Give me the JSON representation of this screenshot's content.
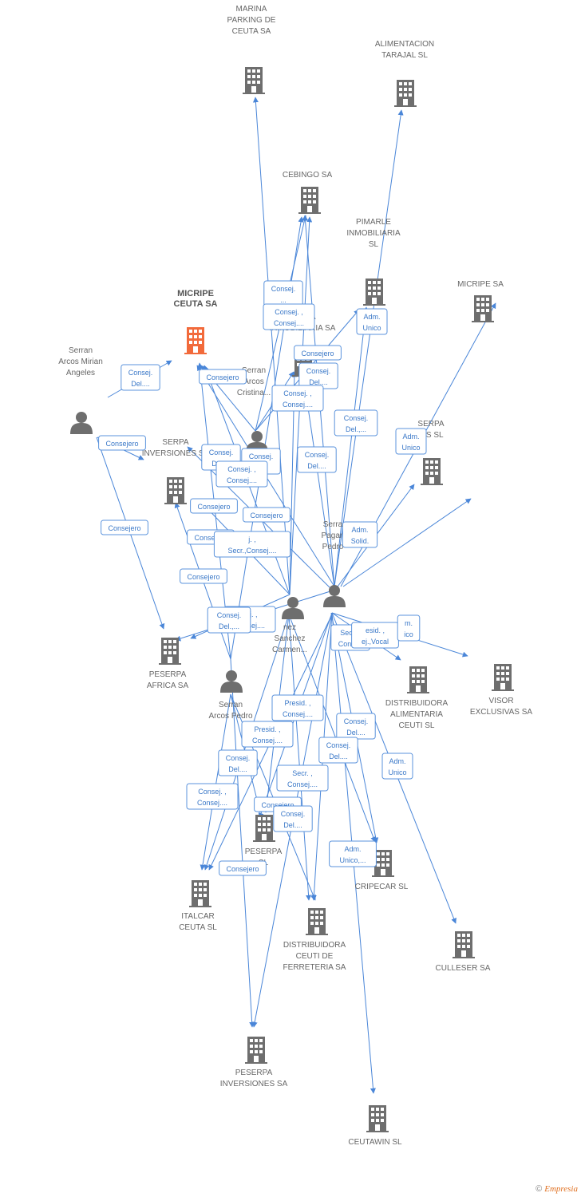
{
  "colors": {
    "edge": "#4a86d8",
    "company": "#6e6e6e",
    "highlight": "#f26a3b",
    "person": "#6e6e6e"
  },
  "companies": [
    {
      "id": "micripe_ceuta",
      "lines": [
        "MICRIPE",
        "CEUTA SA"
      ],
      "highlight": true
    },
    {
      "id": "marina",
      "lines": [
        "MARINA",
        "PARKING DE",
        "CEUTA SA"
      ]
    },
    {
      "id": "alimentacion",
      "lines": [
        "ALIMENTACION",
        "TARAJAL SL"
      ]
    },
    {
      "id": "cebingo",
      "lines": [
        "CEBINGO SA"
      ]
    },
    {
      "id": "pimarle",
      "lines": [
        "PIMARLE",
        "INMOBILIARIA",
        "SL"
      ]
    },
    {
      "id": "micripe_sa",
      "lines": [
        "MICRIPE SA"
      ]
    },
    {
      "id": "serpa_inmob",
      "lines": [
        "SERPA",
        "INMOBILIARIA SA"
      ]
    },
    {
      "id": "serpa_inv",
      "lines": [
        "SERPA",
        "INVERSIONES SA"
      ]
    },
    {
      "id": "serpa_ias",
      "lines": [
        "SERPA",
        "IAS SL"
      ]
    },
    {
      "id": "peserpa_africa",
      "lines": [
        "PESERPA",
        "AFRICA SA"
      ]
    },
    {
      "id": "distrib_alim",
      "lines": [
        "DISTRIBUIDORA",
        "ALIMENTARIA",
        "CEUTI SL"
      ]
    },
    {
      "id": "visor",
      "lines": [
        "VISOR",
        "EXCLUSIVAS SA"
      ]
    },
    {
      "id": "peserpa_sl",
      "lines": [
        "PESERPA",
        "SL"
      ]
    },
    {
      "id": "italcar",
      "lines": [
        "ITALCAR",
        "CEUTA SL"
      ]
    },
    {
      "id": "cripecar",
      "lines": [
        "CRIPECAR SL"
      ]
    },
    {
      "id": "distrib_ferr",
      "lines": [
        "DISTRIBUIDORA",
        "CEUTI DE",
        "FERRETERIA SA"
      ]
    },
    {
      "id": "culleser",
      "lines": [
        "CULLESER SA"
      ]
    },
    {
      "id": "peserpa_inv",
      "lines": [
        "PESERPA",
        "INVERSIONES SA"
      ]
    },
    {
      "id": "ceutawin",
      "lines": [
        "CEUTAWIN  SL"
      ]
    }
  ],
  "persons": [
    {
      "id": "mirian",
      "lines": [
        "Serran",
        "Arcos Mirian",
        "Angeles"
      ]
    },
    {
      "id": "cristina",
      "lines": [
        "Serran",
        "Arcos",
        "Cristina..."
      ]
    },
    {
      "id": "pagan",
      "lines": [
        "Serra",
        "Pagan",
        "Pedro"
      ]
    },
    {
      "id": "carmen",
      "lines": [
        "nez",
        "Sanchez",
        "Carmen..."
      ]
    },
    {
      "id": "pedro",
      "lines": [
        "Serran",
        "Arcos Pedro"
      ]
    }
  ],
  "edge_labels": [
    {
      "lines": [
        "Consej.",
        "Del...."
      ]
    },
    {
      "lines": [
        "Consejero"
      ]
    },
    {
      "lines": [
        "Consejero"
      ]
    },
    {
      "lines": [
        "Consejero"
      ]
    },
    {
      "lines": [
        "Consej.",
        "..."
      ]
    },
    {
      "lines": [
        "Consej. ,",
        "Consej...."
      ]
    },
    {
      "lines": [
        "Consejero"
      ]
    },
    {
      "lines": [
        "Consej.",
        "Del...."
      ]
    },
    {
      "lines": [
        "Consej. ,",
        "Consej...."
      ]
    },
    {
      "lines": [
        "Adm.",
        "Unico"
      ]
    },
    {
      "lines": [
        "Consej.",
        "Del.,..."
      ]
    },
    {
      "lines": [
        "Adm.",
        "Unico"
      ]
    },
    {
      "lines": [
        "Consej.",
        "Del...."
      ]
    },
    {
      "lines": [
        "Consej.",
        "..."
      ]
    },
    {
      "lines": [
        "Consej. ,",
        "Consej...."
      ]
    },
    {
      "lines": [
        "Consej.",
        "Del...."
      ]
    },
    {
      "lines": [
        "Consejero"
      ]
    },
    {
      "lines": [
        "Consejero"
      ]
    },
    {
      "lines": [
        "Consejero"
      ]
    },
    {
      "lines": [
        "j. ,",
        "Secr.,Consej...."
      ]
    },
    {
      "lines": [
        "Adm.",
        "Solid."
      ]
    },
    {
      "lines": [
        "Consejero"
      ]
    },
    {
      "lines": [
        "sej. ,",
        "Consej...."
      ]
    },
    {
      "lines": [
        "Consej.",
        "Del.,..."
      ]
    },
    {
      "lines": [
        "Secr. ,",
        "Consej."
      ]
    },
    {
      "lines": [
        "esid. ,",
        "ej.,Vocal"
      ]
    },
    {
      "lines": [
        "m.",
        "ico"
      ]
    },
    {
      "lines": [
        "Presid. ,",
        "Consej...."
      ]
    },
    {
      "lines": [
        "Consej.",
        "Del...."
      ]
    },
    {
      "lines": [
        "Presid. ,",
        "Consej...."
      ]
    },
    {
      "lines": [
        "Consej.",
        "Del...."
      ]
    },
    {
      "lines": [
        "Consej.",
        "Del...."
      ]
    },
    {
      "lines": [
        "Consej. ,",
        "Consej...."
      ]
    },
    {
      "lines": [
        "Secr. ,",
        "Consej...."
      ]
    },
    {
      "lines": [
        "Consejero"
      ]
    },
    {
      "lines": [
        "Consej.",
        "Del...."
      ]
    },
    {
      "lines": [
        "Adm.",
        "Unico"
      ]
    },
    {
      "lines": [
        "Adm.",
        "Unico,..."
      ]
    },
    {
      "lines": [
        "Consejero"
      ]
    }
  ],
  "footer": {
    "copyright": "©",
    "brand": "Empresia"
  }
}
